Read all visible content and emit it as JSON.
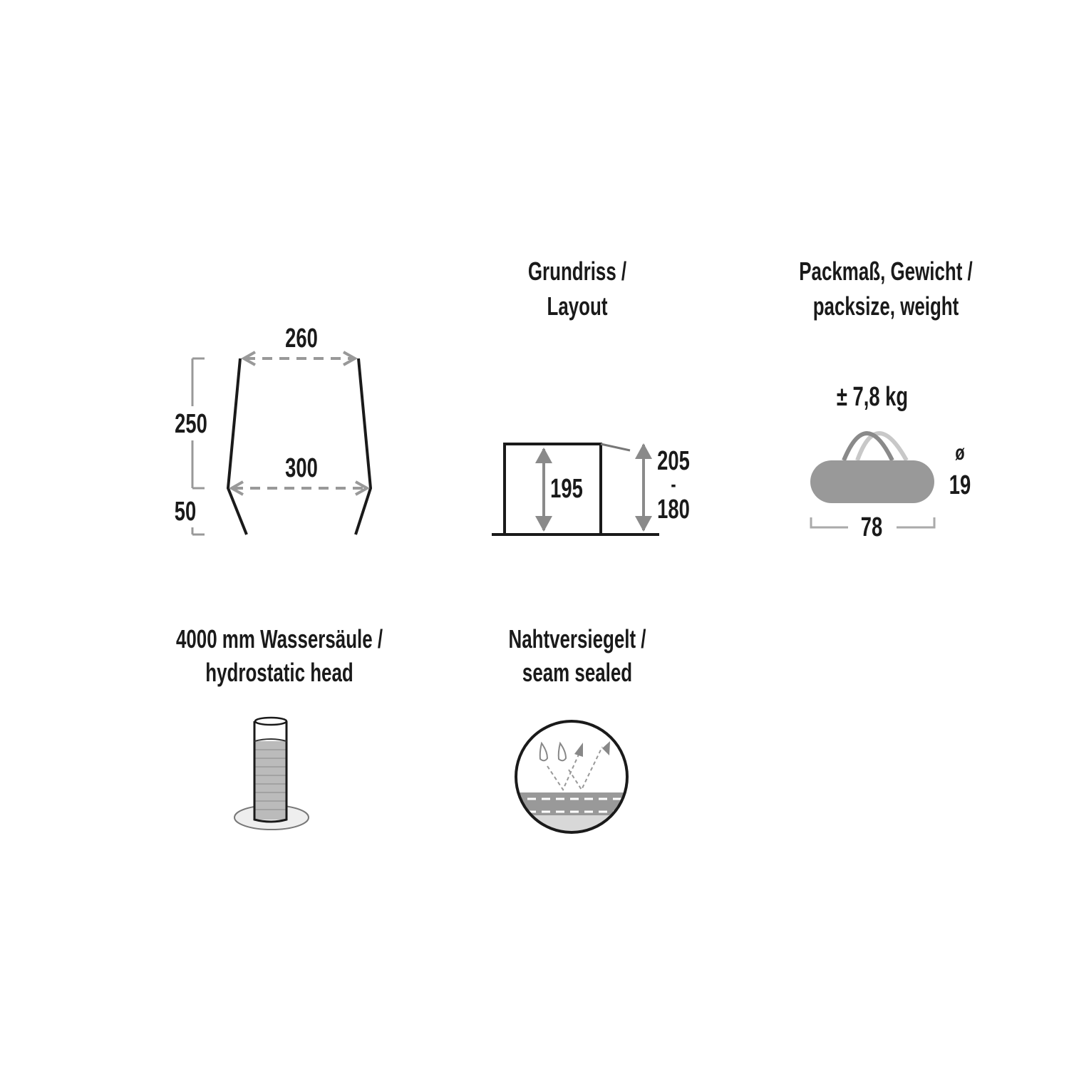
{
  "sections": {
    "dimensions": {
      "top_width": "260",
      "bottom_width": "300",
      "height": "250",
      "vestibule": "50"
    },
    "layout": {
      "title_line1": "Grundriss /",
      "title_line2": "Layout",
      "inner_height": "195",
      "outer_height_max": "205",
      "separator": "-",
      "outer_height_min": "180"
    },
    "pack": {
      "title_line1": "Packmaß, Gewicht /",
      "title_line2": "packsize, weight",
      "weight": "± 7,8 kg",
      "diameter_symbol": "ø",
      "diameter": "19",
      "length": "78"
    },
    "waterproof": {
      "title_line1": "4000 mm Wassersäule /",
      "title_line2": "hydrostatic head"
    },
    "seams": {
      "title_line1": "Nahtversiegelt /",
      "title_line2": "seam sealed"
    }
  },
  "colors": {
    "line": "#1a1a1a",
    "dim": "#9a9a9a",
    "fill": "#999999"
  }
}
